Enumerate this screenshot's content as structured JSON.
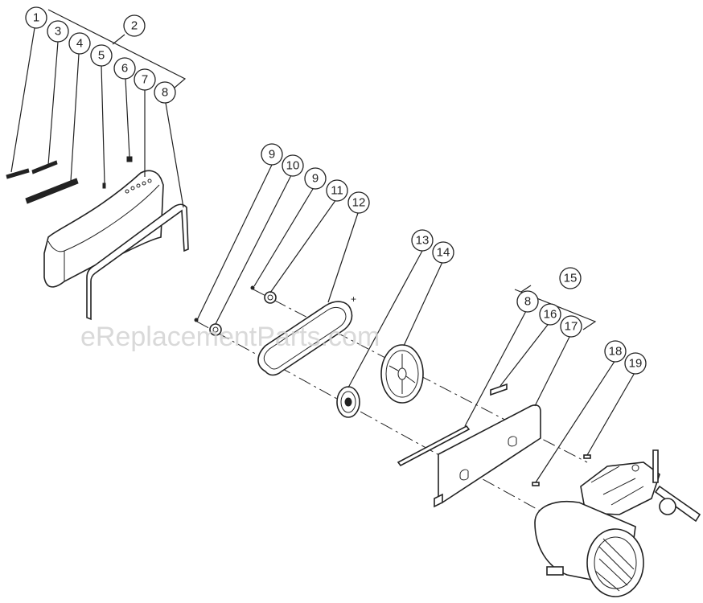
{
  "watermark": "eReplacementParts.com",
  "callouts": [
    "1",
    "2",
    "3",
    "4",
    "5",
    "6",
    "7",
    "8",
    "9",
    "10",
    "9",
    "11",
    "12",
    "13",
    "14",
    "15",
    "8",
    "16",
    "17",
    "18",
    "19"
  ],
  "plus_mark": "+"
}
